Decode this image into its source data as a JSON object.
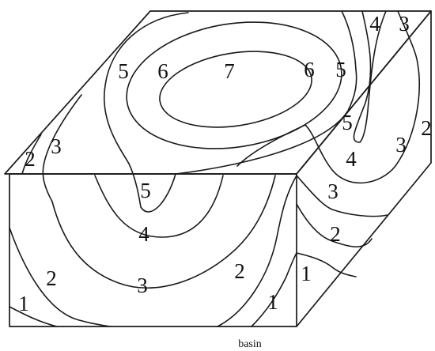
{
  "caption": "basin",
  "top_face_labels": [
    "7",
    "6",
    "6",
    "5",
    "5",
    "5",
    "4",
    "4",
    "3",
    "3",
    "3",
    "2",
    "2"
  ],
  "front_face_labels": [
    "5",
    "4",
    "3",
    "2",
    "2",
    "1",
    "1"
  ],
  "side_face_labels": [
    "3",
    "2",
    "1"
  ]
}
